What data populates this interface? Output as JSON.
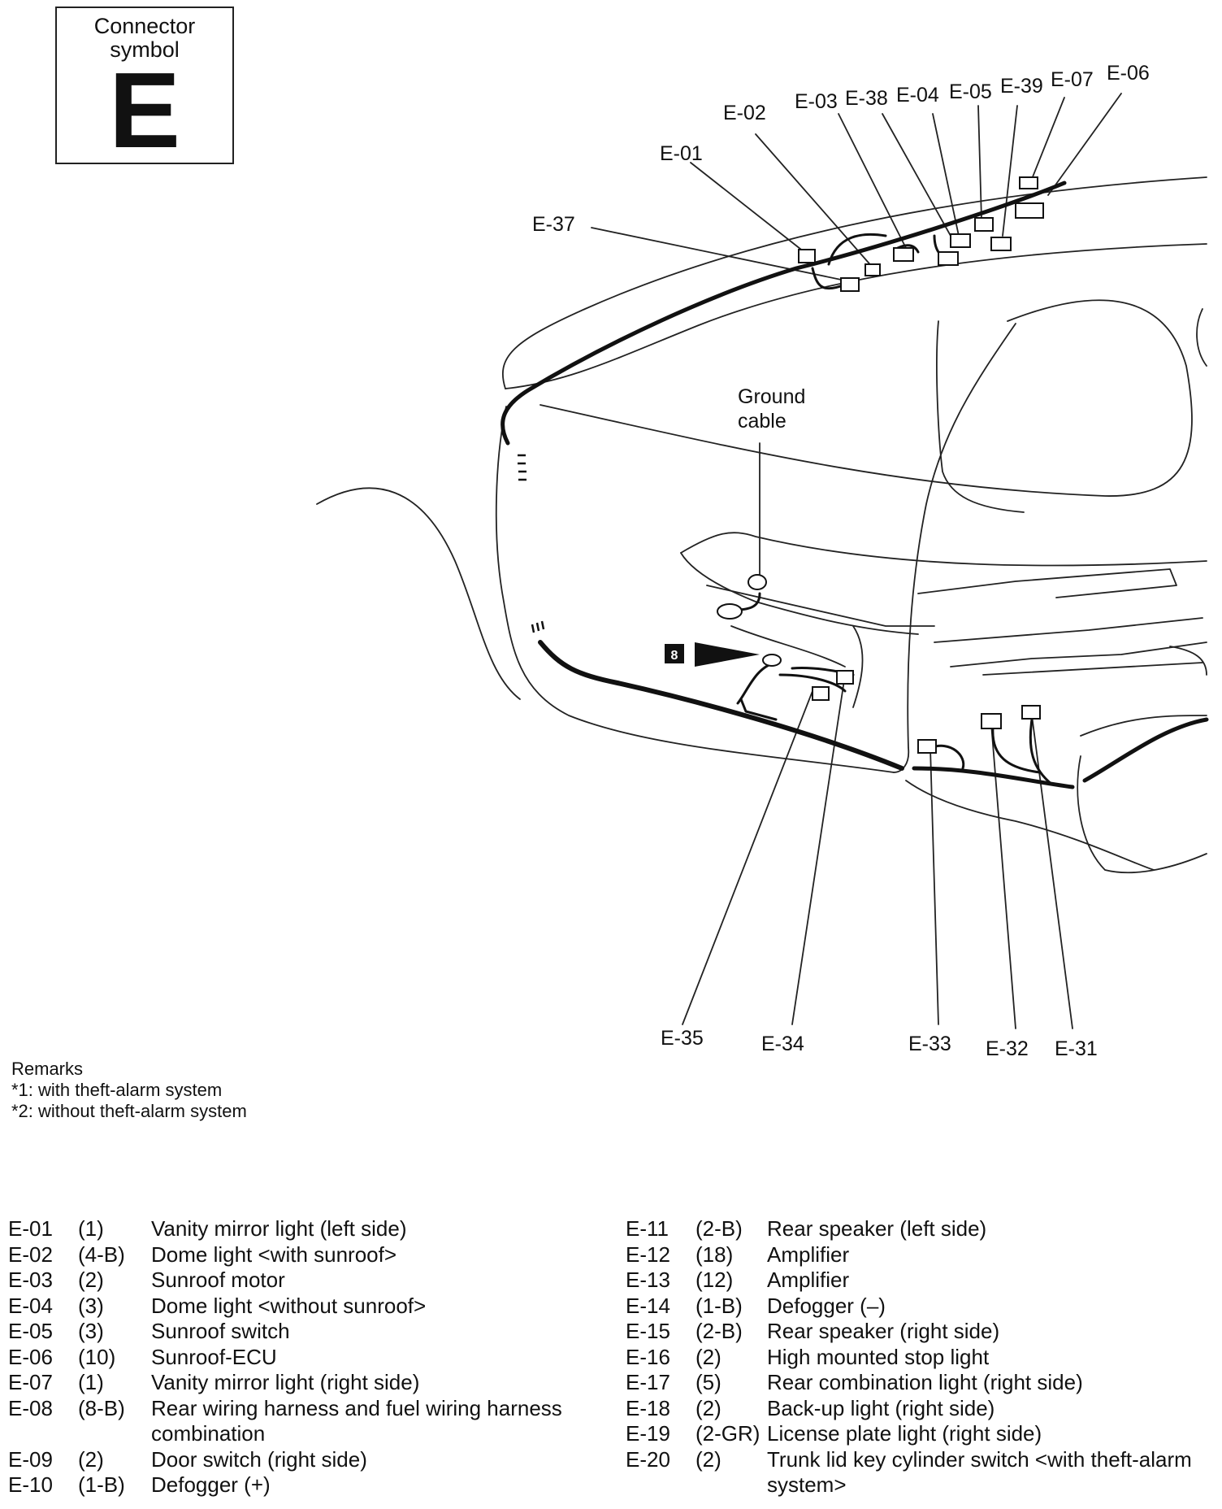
{
  "connector_symbol": {
    "caption": "Connector\nsymbol",
    "letter": "E"
  },
  "diagram": {
    "labels": {
      "e01": "E-01",
      "e02": "E-02",
      "e03": "E-03",
      "e38": "E-38",
      "e04": "E-04",
      "e05": "E-05",
      "e39": "E-39",
      "e07": "E-07",
      "e06": "E-06",
      "e37": "E-37",
      "e35": "E-35",
      "e34": "E-34",
      "e33": "E-33",
      "e32": "E-32",
      "e31": "E-31"
    },
    "ground_cable_line1": "Ground",
    "ground_cable_line2": "cable",
    "marker": "8"
  },
  "remarks": {
    "title": "Remarks",
    "note1": "*1: with theft-alarm system",
    "note2": "*2: without theft-alarm system"
  },
  "connectors_left": [
    {
      "code": "E-01",
      "count": "(1)",
      "desc": "Vanity mirror light (left side)"
    },
    {
      "code": "E-02",
      "count": "(4-B)",
      "desc": "Dome light <with sunroof>"
    },
    {
      "code": "E-03",
      "count": "(2)",
      "desc": "Sunroof motor"
    },
    {
      "code": "E-04",
      "count": "(3)",
      "desc": "Dome light <without sunroof>"
    },
    {
      "code": "E-05",
      "count": "(3)",
      "desc": "Sunroof switch"
    },
    {
      "code": "E-06",
      "count": "(10)",
      "desc": "Sunroof-ECU"
    },
    {
      "code": "E-07",
      "count": "(1)",
      "desc": "Vanity mirror light (right side)"
    },
    {
      "code": "E-08",
      "count": "(8-B)",
      "desc": "Rear wiring harness and fuel wiring harness combination"
    },
    {
      "code": "E-09",
      "count": "(2)",
      "desc": "Door switch (right side)"
    },
    {
      "code": "E-10",
      "count": "(1-B)",
      "desc": "Defogger (+)"
    }
  ],
  "connectors_right": [
    {
      "code": "E-11",
      "count": "(2-B)",
      "desc": "Rear speaker (left side)"
    },
    {
      "code": "E-12",
      "count": "(18)",
      "desc": "Amplifier"
    },
    {
      "code": "E-13",
      "count": "(12)",
      "desc": "Amplifier"
    },
    {
      "code": "E-14",
      "count": "(1-B)",
      "desc": "Defogger (–)"
    },
    {
      "code": "E-15",
      "count": "(2-B)",
      "desc": "Rear speaker (right side)"
    },
    {
      "code": "E-16",
      "count": "(2)",
      "desc": "High mounted stop light"
    },
    {
      "code": "E-17",
      "count": "(5)",
      "desc": "Rear combination light (right side)"
    },
    {
      "code": "E-18",
      "count": "(2)",
      "desc": "Back-up light (right side)"
    },
    {
      "code": "E-19",
      "count": "(2-GR)",
      "desc": "License plate light (right side)"
    },
    {
      "code": "E-20",
      "count": "(2)",
      "desc": "Trunk lid key cylinder switch <with theft-alarm system>"
    }
  ]
}
